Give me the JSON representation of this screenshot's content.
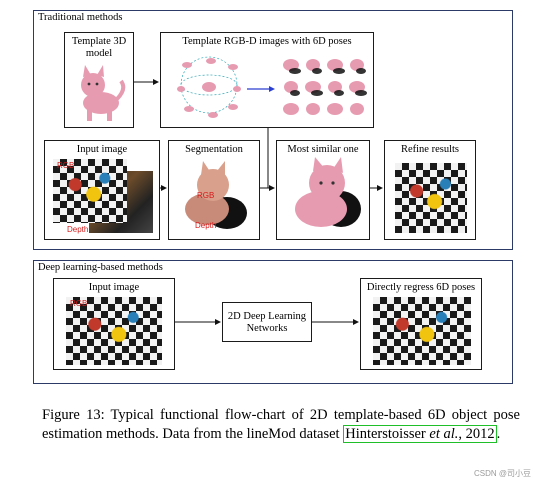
{
  "figure": {
    "traditional": {
      "title": "Traditional methods",
      "template_3d_model": "Template 3D\nmodel",
      "template_rgbd": "Template RGB-D images with 6D poses",
      "input_image": "Input image",
      "segmentation": "Segmentation",
      "most_similar": "Most similar one",
      "refine": "Refine results",
      "rgb_label": "RGB",
      "depth_label": "Depth"
    },
    "deep": {
      "title": "Deep learning-based methods",
      "input_image": "Input image",
      "network": "2D Deep Learning\nNetworks",
      "regress": "Directly regress 6D poses",
      "rgb_label": "RGB"
    },
    "colors": {
      "cat": "#e79bb1",
      "cat_shadow": "#111111",
      "accent_box": "#1fbf2a"
    }
  },
  "caption": {
    "prefix": "Figure 13:  Typical functional flow-chart of 2D template-based 6D object pose estimation methods.  Data from the lineMod dataset ",
    "citation_author": "Hinterstoisser ",
    "citation_etal": "et al.",
    "citation_year": ", 2012",
    "suffix": "."
  },
  "watermark": "CSDN @司小豆"
}
